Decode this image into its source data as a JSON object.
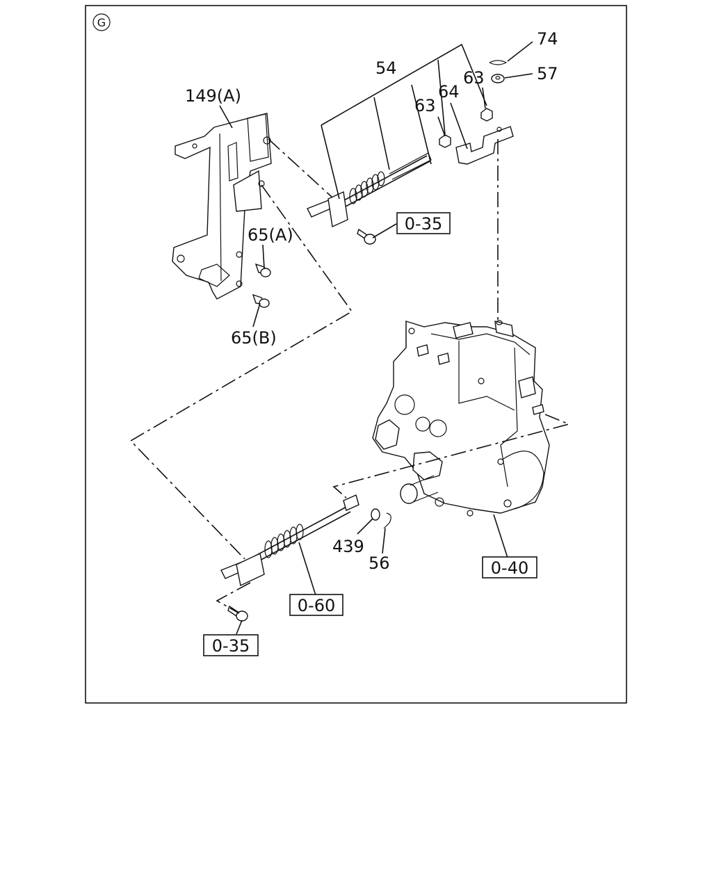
{
  "section_marker": "G",
  "callouts": {
    "c74": "74",
    "c57": "57",
    "c54": "54",
    "c63a": "63",
    "c63b": "63",
    "c64": "64",
    "c149a": "149(A)",
    "c65a": "65(A)",
    "c65b": "65(B)",
    "c439": "439",
    "c56": "56"
  },
  "reference_boxes": {
    "r035_top": "0-35",
    "r040": "0-40",
    "r060": "0-60",
    "r035_bottom": "0-35"
  }
}
